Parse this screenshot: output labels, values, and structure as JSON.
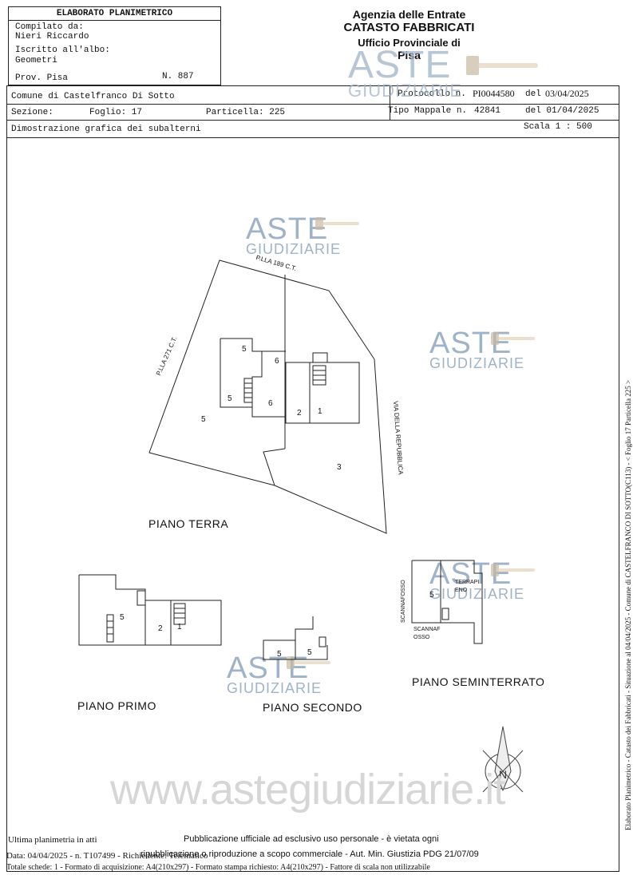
{
  "header": {
    "doc_title": "ELABORATO PLANIMETRICO",
    "compilato_label": "Compilato da:",
    "compilato_name": "Nieri Riccardo",
    "iscritto_label": "Iscritto all'albo:",
    "iscritto_value": "Geometri",
    "prov_label": "Prov. Pisa",
    "prov_number": "N. 887"
  },
  "agency": {
    "line1": "Agenzia delle Entrate",
    "line2": "CATASTO FABBRICATI",
    "line3": "Ufficio Provinciale di",
    "line4": "Pisa"
  },
  "info": {
    "comune": "Comune di Castelfranco Di Sotto",
    "sezione": "Sezione:",
    "foglio": "Foglio: 17",
    "particella": "Particella: 225",
    "protocollo_label": "Protocollo n.",
    "protocollo_value": "PI0044580",
    "protocollo_del": "del",
    "protocollo_date": "03/04/2025",
    "tipo_label": "Tipo Mappale n.",
    "tipo_value": "42841",
    "tipo_date": "del 01/04/2025",
    "dimostrazione": "Dimostrazione grafica dei subalterni",
    "scala": "Scala 1 : 500"
  },
  "watermark": {
    "big": "ASTE",
    "small": "GIUDIZIARIE",
    "site": "www.astegiudiziarie.it"
  },
  "plans": {
    "terra": "PIANO TERRA",
    "primo": "PIANO PRIMO",
    "secondo": "PIANO SECONDO",
    "seminterrato": "PIANO SEMINTERRATO"
  },
  "annotations": {
    "plla_top": "P.LLA  189 C.T.",
    "plla_left": "P.LLA  271 C.T.",
    "via": "VIA DELLA REPUBBLICA",
    "scannafosso": "SCANNAFOSSO",
    "terrapieno": "TERRAPI\nENO",
    "terrapieno_1": "TERRAPI",
    "terrapieno_2": "ENO",
    "scannafosso2_1": "SCANNAF",
    "scannafosso2_2": "OSSO"
  },
  "subalterni": {
    "t_5a": "5",
    "t_6a": "6",
    "t_5b": "5",
    "t_6b": "6",
    "t_2": "2",
    "t_1": "1",
    "t_5c": "5",
    "t_3": "3",
    "p1_5": "5",
    "p1_2": "2",
    "p1_1": "1",
    "p2_5a": "5",
    "p2_5b": "5",
    "s_5": "5"
  },
  "footer": {
    "ultima": "Ultima planimetria in atti",
    "data": "Data: 04/04/2025 - n. T107499 - Richiedente: Telematico",
    "totale": "Totale schede: 1 - Formato di acquisizione: A4(210x297) - Formato stampa richiesto: A4(210x297) - Fattore di scala non utilizzabile",
    "pubblicazione1": "Pubblicazione ufficiale ad esclusivo uso personale - è vietata ogni",
    "pubblicazione2": "ripubblicazione o riproduzione a scopo commerciale - Aut. Min. Giustizia PDG 21/07/09"
  },
  "side_text": "Elaborato Planimetrico - Catasto dei Fabbricati - Situazione al 04/04/2025 - Comune di CASTELFRANCO DI SOTTO(C113) - < Foglio 17 Particella 225 >"
}
